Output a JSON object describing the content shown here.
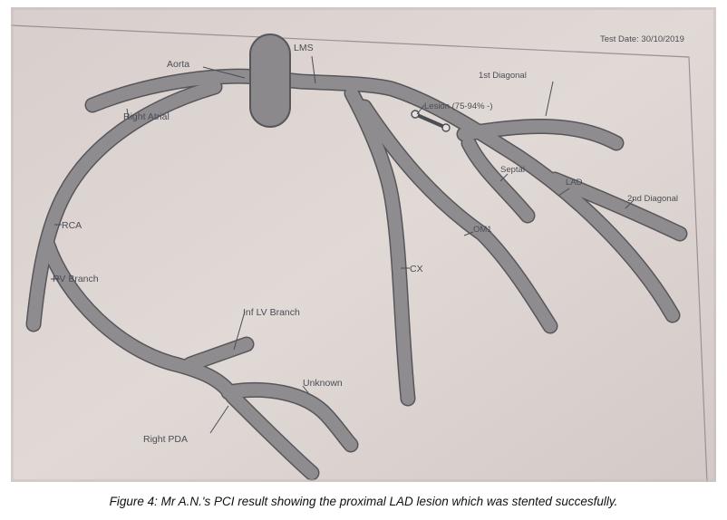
{
  "diagram": {
    "test_date": "Test Date: 30/10/2019",
    "labels": {
      "aorta": "Aorta",
      "lms": "LMS",
      "right_atrial": "Right Atrial",
      "first_diagonal": "1st Diagonal",
      "lesion": "Lesion (75-94% -)",
      "septal": "Septal",
      "lad": "LAD",
      "second_diagonal": "2nd Diagonal",
      "rca": "RCA",
      "om1": "OM1",
      "rv_branch": "RV Branch",
      "cx": "CX",
      "inf_lv_branch": "Inf LV Branch",
      "unknown": "Unknown",
      "right_pda": "Right PDA"
    },
    "colors": {
      "vessel": "#8e8c8e",
      "vessel_edge": "#57565b",
      "paper": "#ddd5d2",
      "label": "#4b4d55"
    }
  },
  "caption": "Figure 4: Mr A.N.'s PCI result showing the proximal LAD lesion which was stented succesfully."
}
